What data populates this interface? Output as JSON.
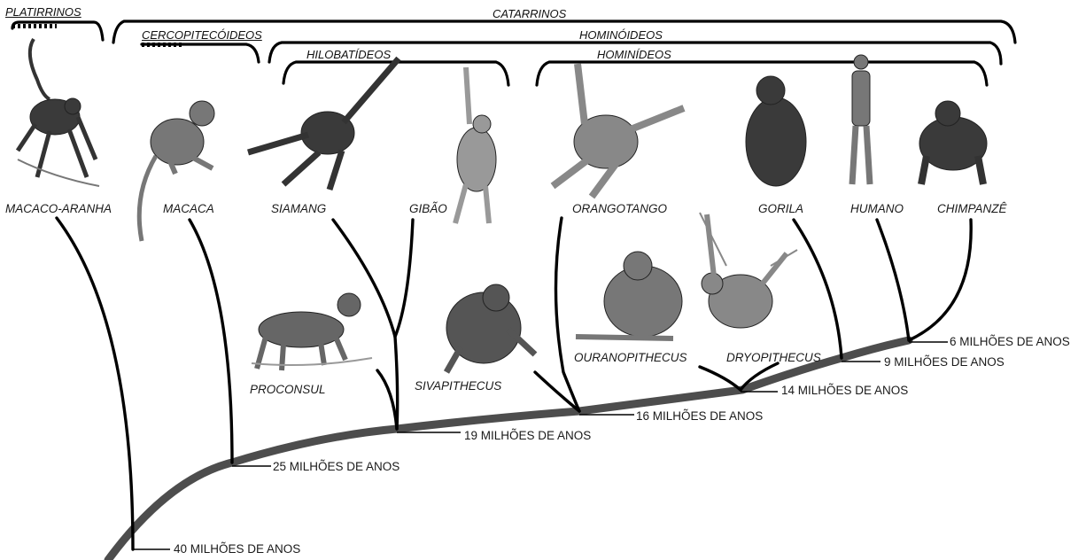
{
  "groups": {
    "platirrinos": "PLATIRRINOS",
    "catarrinos": "CATARRINOS",
    "cercopitecoideos": "CERCOPITECÓIDEOS",
    "hominoideos": "HOMINÓIDEOS",
    "hilobatideos": "HILOBATÍDEOS",
    "hominideos": "HOMINÍDEOS"
  },
  "species": {
    "macaco_aranha": "MACACO-ARANHA",
    "macaca": "MACACA",
    "siamang": "SIAMANG",
    "gibao": "GIBÃO",
    "orangotango": "ORANGOTANGO",
    "gorila": "GORILA",
    "humano": "HUMANO",
    "chimpanze": "CHIMPANZÊ"
  },
  "fossils": {
    "proconsul": "PROCONSUL",
    "sivapithecus": "SIVAPITHECUS",
    "ouranopithecus": "OURANOPITHECUS",
    "dryopithecus": "DRYOPITHECUS"
  },
  "times": {
    "t40": "40 MILHÕES DE ANOS",
    "t25": "25 MILHÕES DE ANOS",
    "t19": "19 MILHÕES DE ANOS",
    "t16": "16 MILHÕES DE ANOS",
    "t14": "14 MILHÕES DE ANOS",
    "t9": "9 MILHÕES DE ANOS",
    "t6": "6 MILHÕES DE ANOS"
  },
  "colors": {
    "trunk": "#4d4d4d",
    "branch": "#000000",
    "animal": "#3a3a3a"
  }
}
